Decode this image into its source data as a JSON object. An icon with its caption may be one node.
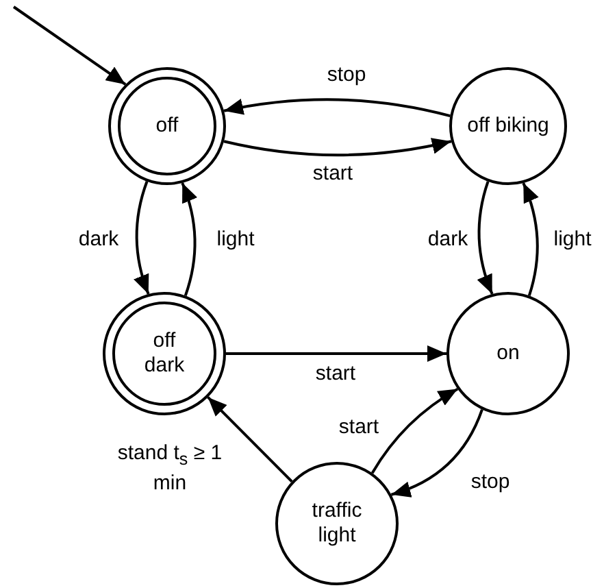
{
  "diagram": {
    "nodes": [
      {
        "text": [
          "off"
        ]
      },
      {
        "text": [
          "off biking"
        ]
      },
      {
        "text": [
          "off dark"
        ]
      },
      {
        "text": [
          "on"
        ]
      },
      {
        "text": [
          "traffic light"
        ]
      }
    ],
    "edges": [
      {
        "from": null,
        "to": 0,
        "arrow": "to"
      },
      {
        "from": 1,
        "to": 0,
        "arrow": "to",
        "label": "stop"
      },
      {
        "from": 0,
        "to": 1,
        "arrow": "to",
        "label": "start"
      },
      {
        "from": 0,
        "to": 2,
        "arrow": "to",
        "label": "dark"
      },
      {
        "from": 2,
        "to": 0,
        "arrow": "to",
        "label": "light"
      },
      {
        "from": 1,
        "to": 3,
        "arrow": "to",
        "label": "dark"
      },
      {
        "from": 3,
        "to": 1,
        "arrow": "to",
        "label": "light"
      },
      {
        "from": 2,
        "to": 3,
        "arrow": "to",
        "label": "start"
      },
      {
        "from": 4,
        "to": 2,
        "arrow": "to",
        "label": "stand t$_{s}$ ≥ 1 min"
      },
      {
        "from": 4,
        "to": 3,
        "arrow": "to",
        "label": "start"
      },
      {
        "from": 3,
        "to": 4,
        "arrow": "to",
        "label": "stop"
      }
    ]
  }
}
